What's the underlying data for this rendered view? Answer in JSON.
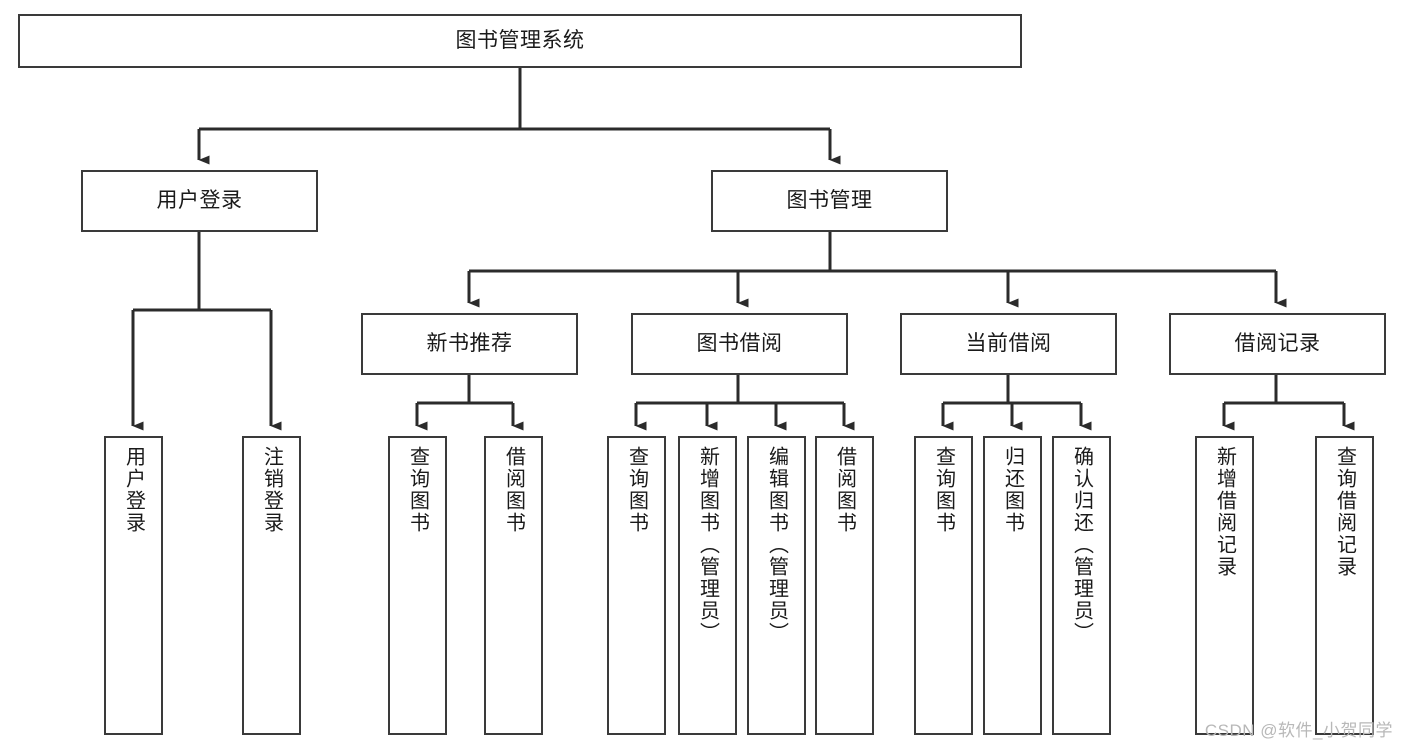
{
  "diagram": {
    "title": "图书管理系统",
    "type": "功能结构图",
    "colors": {
      "box_border": "#3a3a3a",
      "box_fill": "#ffffff",
      "connector": "#2b2b2b",
      "text": "#1a1a1a",
      "watermark": "#b8b8b8",
      "background": "#ffffff"
    },
    "root": {
      "label": "图书管理系统"
    },
    "level2": [
      {
        "label": "用户登录"
      },
      {
        "label": "图书管理"
      }
    ],
    "level3": [
      {
        "label": "新书推荐"
      },
      {
        "label": "图书借阅"
      },
      {
        "label": "当前借阅"
      },
      {
        "label": "借阅记录"
      }
    ],
    "leaves": {
      "user_login": [
        {
          "label": "用户登录"
        },
        {
          "label": "注销登录"
        }
      ],
      "new_book_recommend": [
        {
          "label": "查询图书"
        },
        {
          "label": "借阅图书"
        }
      ],
      "book_borrow": [
        {
          "label": "查询图书"
        },
        {
          "label": "新增图书（管理员）"
        },
        {
          "label": "编辑图书（管理员）"
        },
        {
          "label": "借阅图书"
        }
      ],
      "current_borrow": [
        {
          "label": "查询图书"
        },
        {
          "label": "归还图书"
        },
        {
          "label": "确认归还（管理员）"
        }
      ],
      "borrow_record": [
        {
          "label": "新增借阅记录"
        },
        {
          "label": "查询借阅记录"
        }
      ]
    }
  },
  "watermark": {
    "text": "CSDN @软件_小贺同学"
  }
}
